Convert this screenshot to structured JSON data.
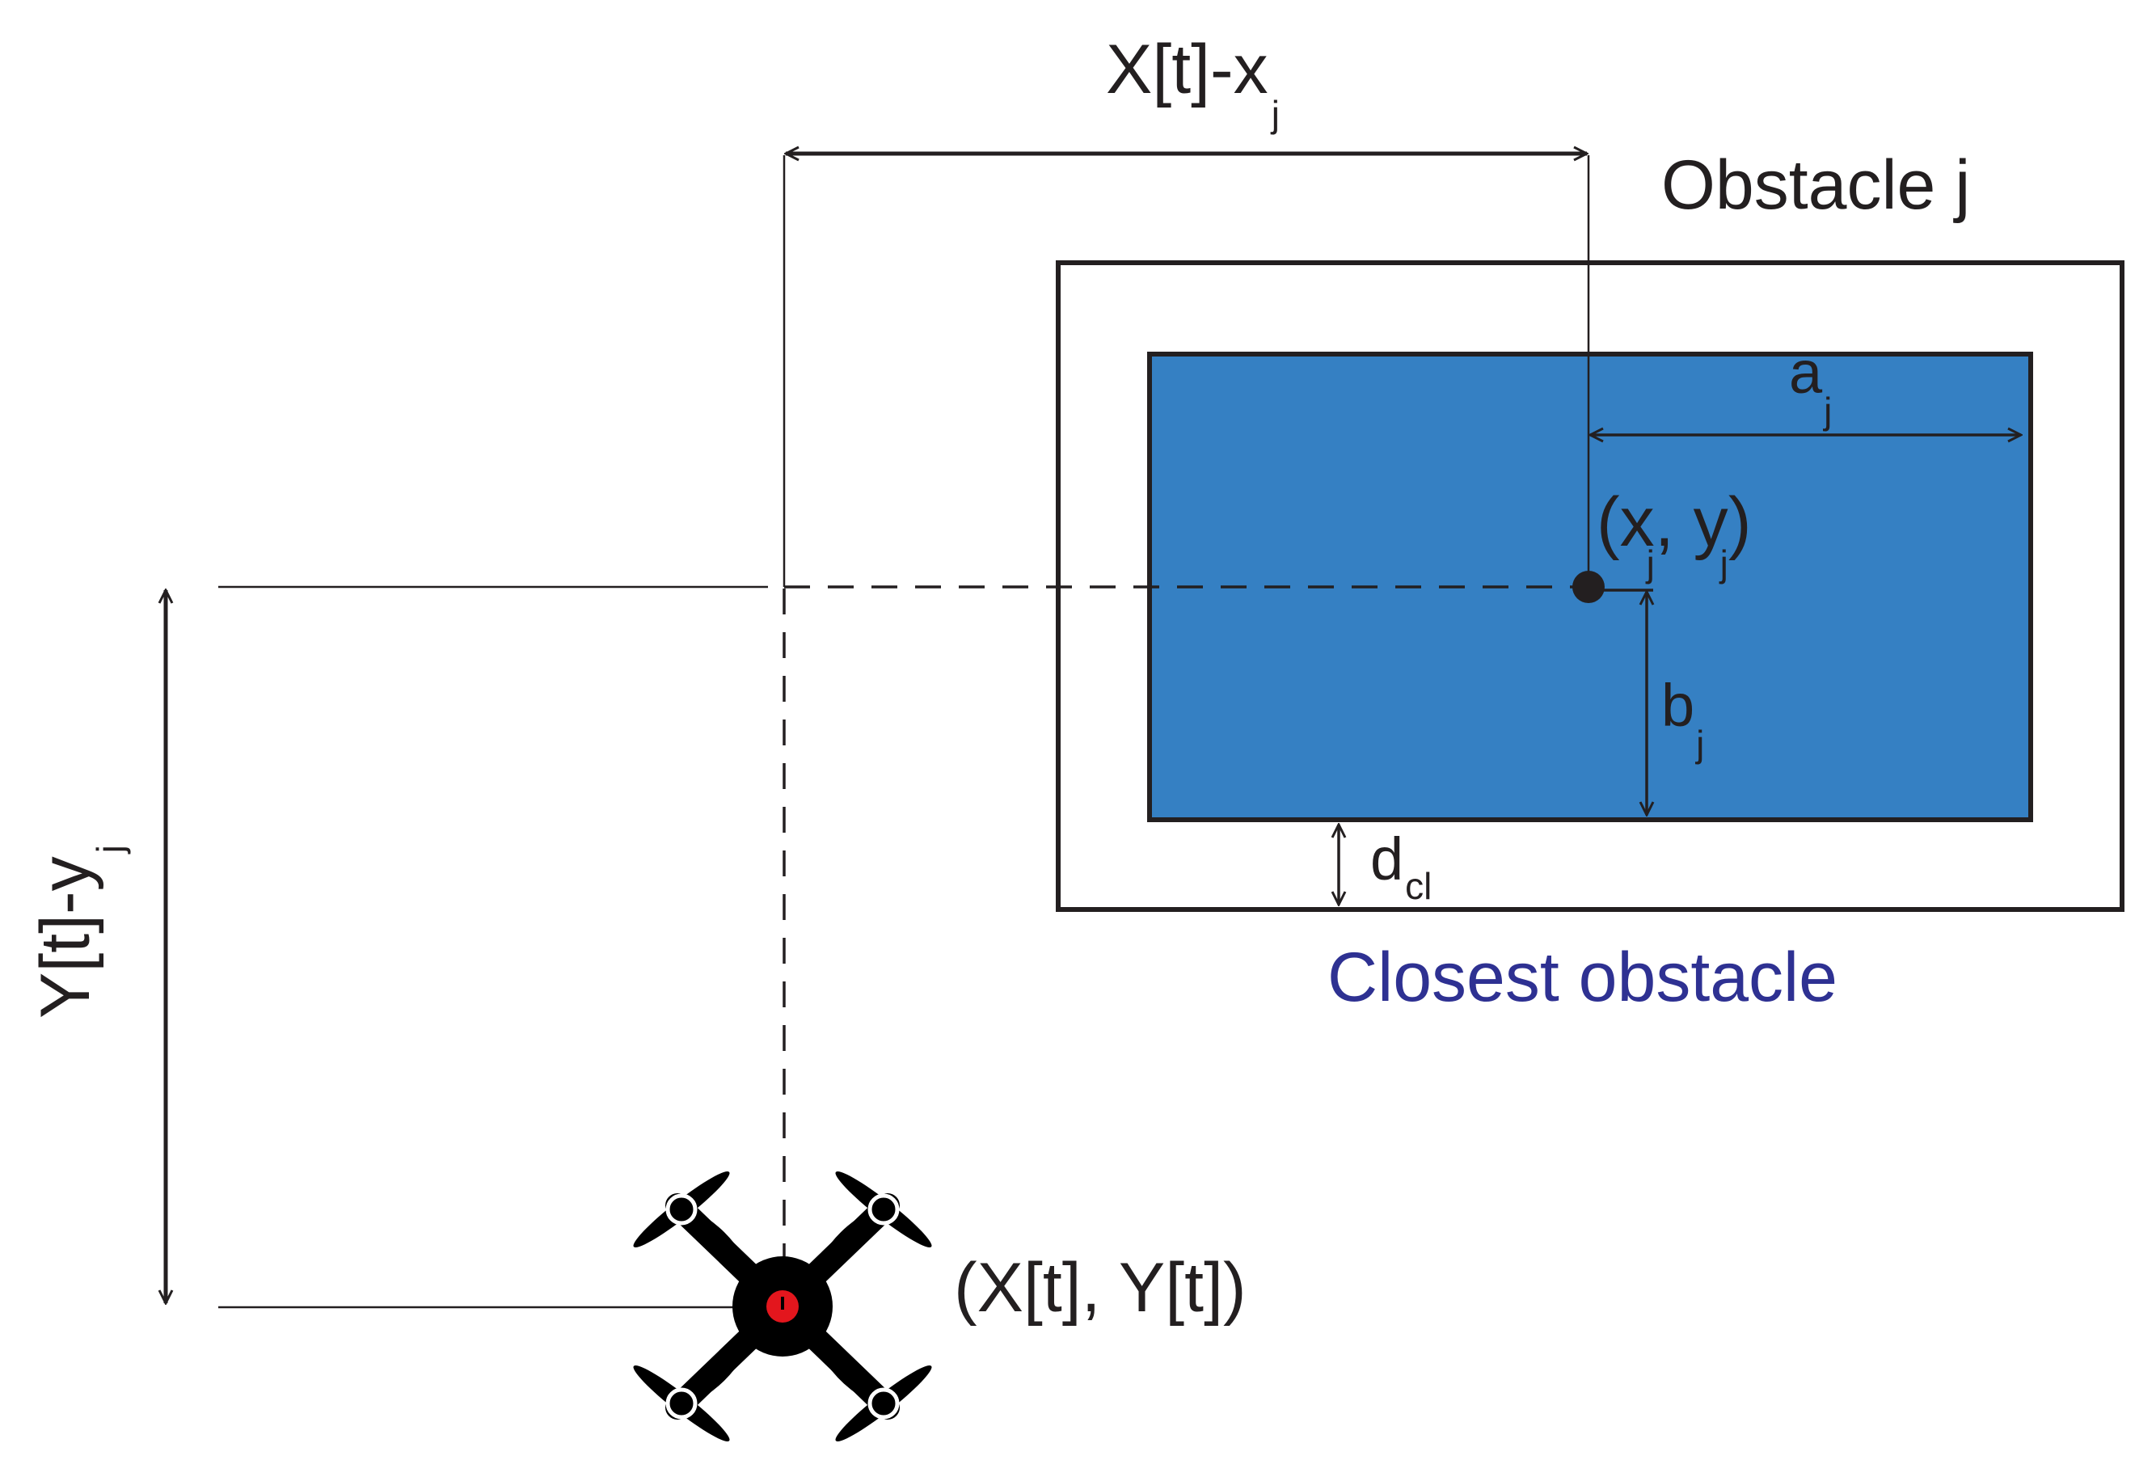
{
  "labels": {
    "dx_main": "X[t]-x",
    "dx_sub": "j",
    "dy_main": "Y[t]-y",
    "dy_sub": "j",
    "obstacle_title": "Obstacle j",
    "a_main": "a",
    "a_sub": "j",
    "b_main": "b",
    "b_sub": "j",
    "center_open": "(x",
    "center_sub1": "j",
    "center_mid": ", y",
    "center_sub2": "j",
    "center_close": ")",
    "dcl_main": "d",
    "dcl_sub": "cl",
    "closest": "Closest obstacle",
    "drone_pos": "(X[t], Y[t])"
  },
  "colors": {
    "obstacle_fill": "#3580c3",
    "stroke": "#231f20",
    "closest_text": "#2e3192",
    "drone_body": "#000000",
    "drone_center": "#e3161d"
  },
  "icons": {
    "drone": "quadcopter-icon"
  }
}
